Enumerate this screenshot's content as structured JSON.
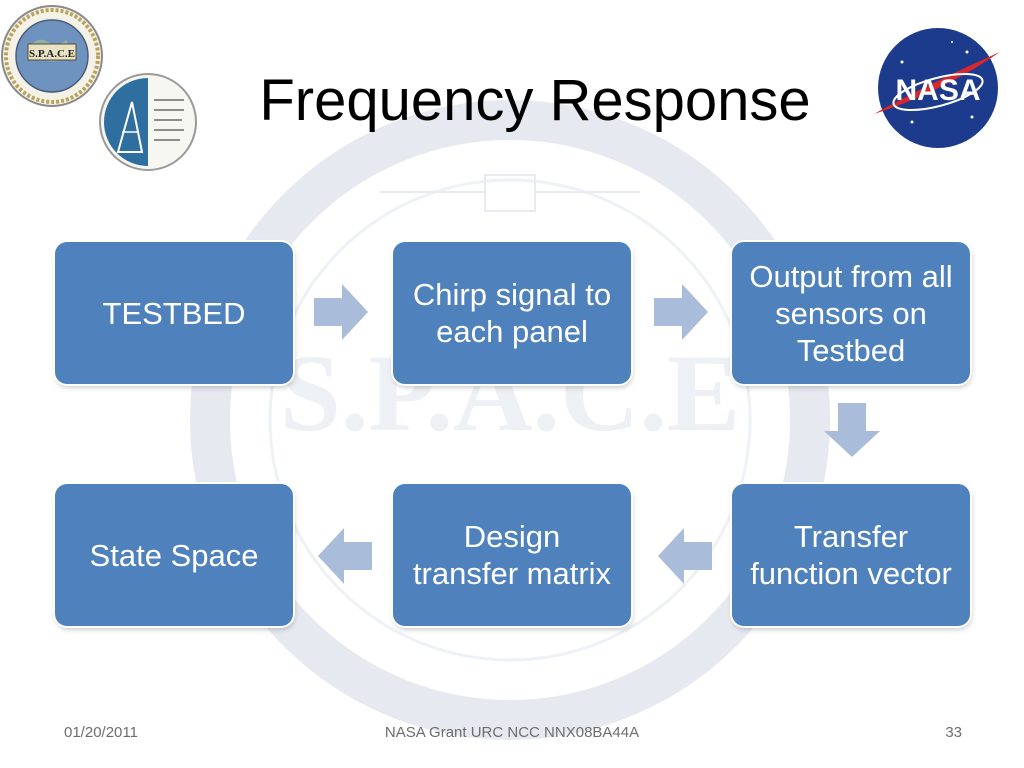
{
  "slide": {
    "title": "Frequency Response",
    "logos": {
      "space_seal_text": "Structures, Pointing, And Control Engineering · S.P.A.C.E · California State University, Los Angeles",
      "nasa_text": "NASA"
    },
    "flow": {
      "boxes": [
        {
          "id": "testbed",
          "label": "TESTBED"
        },
        {
          "id": "chirp",
          "label": "Chirp signal to each panel"
        },
        {
          "id": "output",
          "label": "Output from all sensors on Testbed"
        },
        {
          "id": "transfer-vector",
          "label": "Transfer function vector"
        },
        {
          "id": "design-matrix",
          "label": "Design transfer matrix"
        },
        {
          "id": "state-space",
          "label": "State Space"
        }
      ],
      "box_color": "#4f81bd",
      "arrow_color": "#a9bcd9"
    },
    "footer": {
      "date": "01/20/2011",
      "grant": "NASA Grant URC NCC NNX08BA44A",
      "page": "33"
    }
  }
}
